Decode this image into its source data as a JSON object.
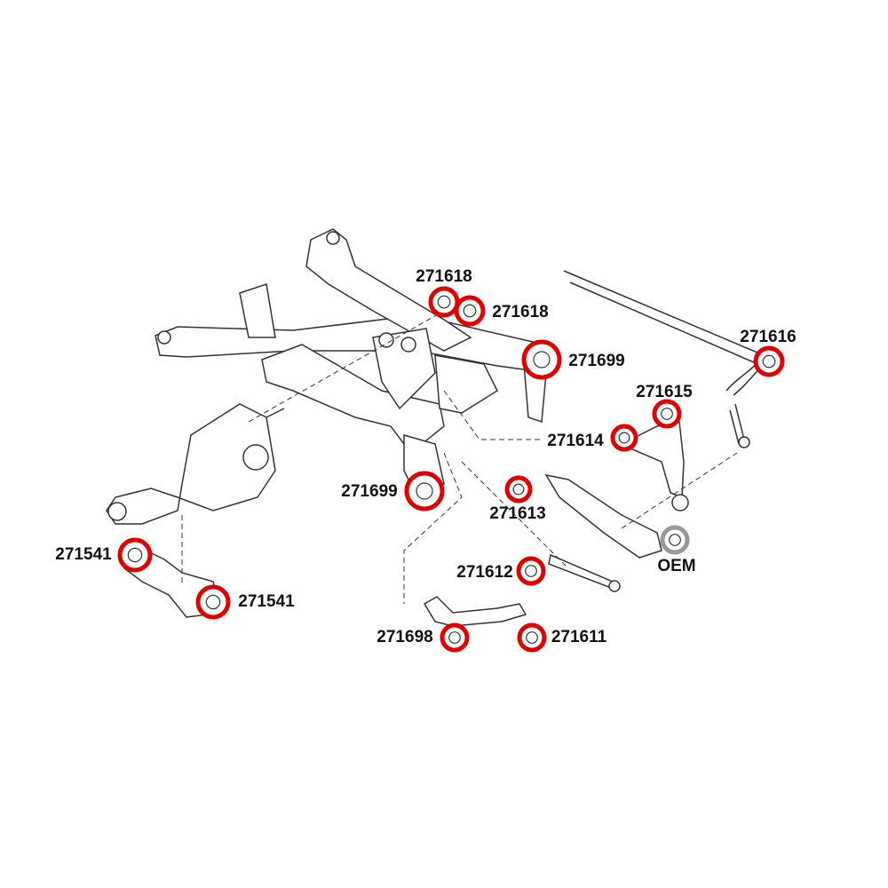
{
  "colors": {
    "highlight": "#e00000",
    "oem": "#999999",
    "line": "#333333"
  },
  "labels": [
    {
      "id": "a",
      "text": "271618"
    },
    {
      "id": "b",
      "text": "271618"
    },
    {
      "id": "c",
      "text": "271699"
    },
    {
      "id": "d",
      "text": "271616"
    },
    {
      "id": "e",
      "text": "271615"
    },
    {
      "id": "f",
      "text": "271614"
    },
    {
      "id": "g",
      "text": "271699"
    },
    {
      "id": "h",
      "text": "271613"
    },
    {
      "id": "i",
      "text": "271541"
    },
    {
      "id": "j",
      "text": "271541"
    },
    {
      "id": "k",
      "text": "271612"
    },
    {
      "id": "l",
      "text": "271698"
    },
    {
      "id": "m",
      "text": "271611"
    },
    {
      "id": "n",
      "text": "OEM"
    }
  ]
}
